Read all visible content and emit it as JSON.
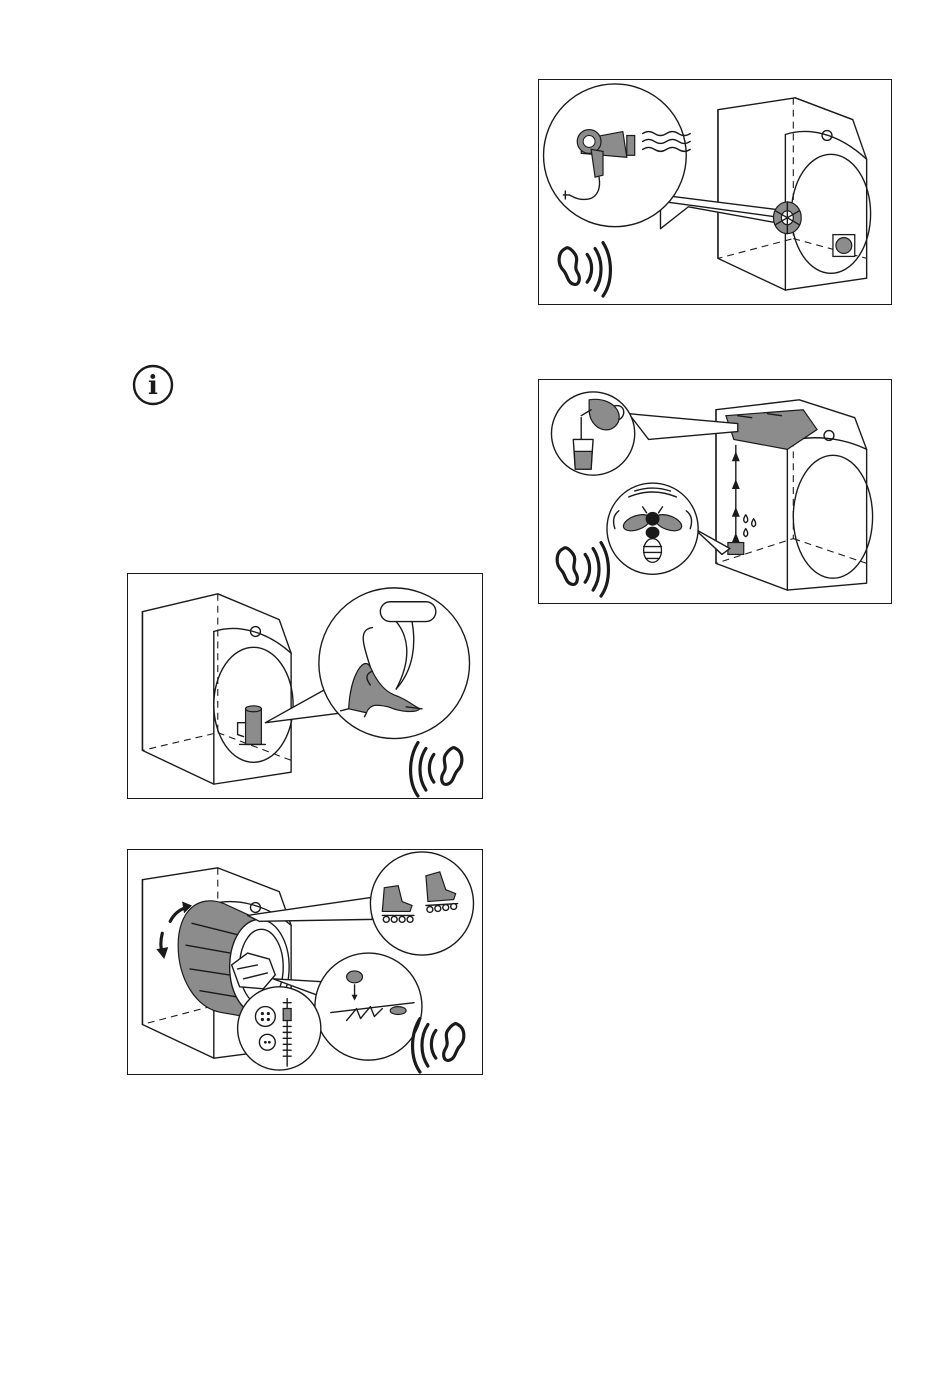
{
  "page": {
    "background": "#ffffff",
    "line_color": "#1a1a1a",
    "shade_color": "#8c8c8c"
  },
  "info_note": {
    "icon": "info-icon",
    "glyph": "i"
  },
  "figures": [
    {
      "id": "hair-dryer-heat-pump",
      "icons": [
        "hair-dryer-icon",
        "heat-wave-icon",
        "fan-wheel-icon",
        "ear-sound-icon"
      ]
    },
    {
      "id": "water-pump-bee-buzz",
      "icons": [
        "water-jug-icon",
        "water-glass-icon",
        "bee-icon",
        "upward-arrows-icon",
        "water-drop-icon",
        "ear-sound-icon"
      ]
    },
    {
      "id": "compressor-cat-purr",
      "icons": [
        "compressor-icon",
        "cat-stretching-icon",
        "speech-bubble-icon",
        "ear-sound-icon"
      ]
    },
    {
      "id": "drum-rotation-rollerblades",
      "icons": [
        "rotation-arrows-icon",
        "laundry-icon",
        "rollerblade-icon",
        "button-icon",
        "zipper-icon",
        "coin-icon",
        "ear-sound-icon"
      ]
    }
  ]
}
